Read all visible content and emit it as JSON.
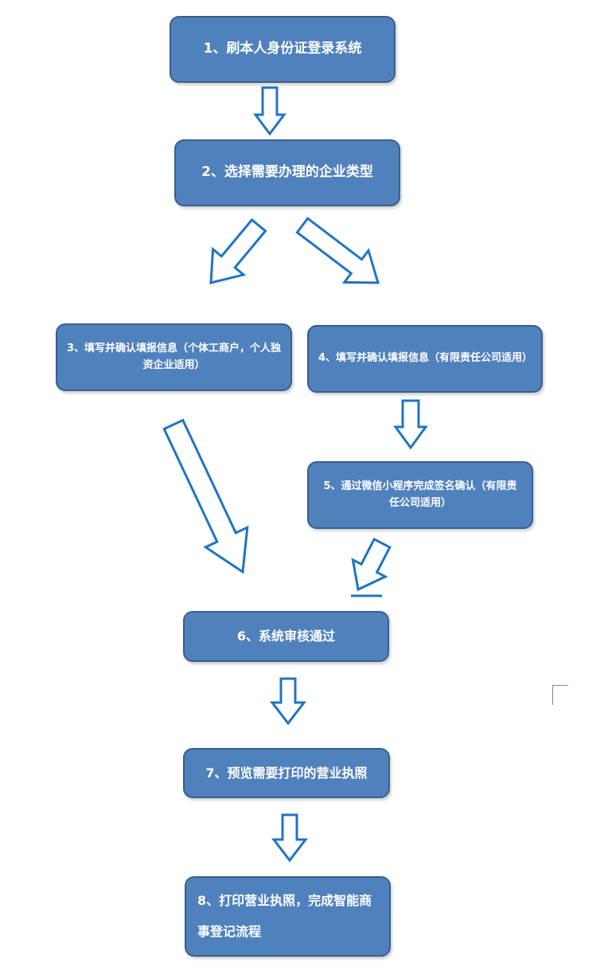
{
  "diagram": {
    "nodes": [
      {
        "id": "step1",
        "text": "1、刷本人身份证登录系统"
      },
      {
        "id": "step2",
        "text": "2、选择需要办理的企业类型"
      },
      {
        "id": "step3",
        "text": "3、填写并确认填报信息（个体工商户，个人独资企业适用）"
      },
      {
        "id": "step4",
        "text": "4、填写并确认填报信息（有限责任公司适用）"
      },
      {
        "id": "step5",
        "text": "5、通过微信小程序完成签名确认（有限责任公司适用）"
      },
      {
        "id": "step6",
        "text": "6、系统审核通过"
      },
      {
        "id": "step7",
        "text": "7、预览需要打印的营业执照"
      },
      {
        "id": "step8",
        "text": "8、打印营业执照，完成智能商事登记流程"
      }
    ],
    "edges": [
      {
        "from": "step1",
        "to": "step2"
      },
      {
        "from": "step2",
        "to": "step3"
      },
      {
        "from": "step2",
        "to": "step4"
      },
      {
        "from": "step3",
        "to": "step6"
      },
      {
        "from": "step4",
        "to": "step5"
      },
      {
        "from": "step5",
        "to": "step6"
      },
      {
        "from": "step6",
        "to": "step7"
      },
      {
        "from": "step7",
        "to": "step8"
      }
    ],
    "colors": {
      "node_fill": "#4F81BD",
      "node_border": "#3A5F8C",
      "node_text": "#FFFFFF",
      "arrow_stroke": "#1F74C4",
      "arrow_fill": "#FFFFFF"
    }
  }
}
